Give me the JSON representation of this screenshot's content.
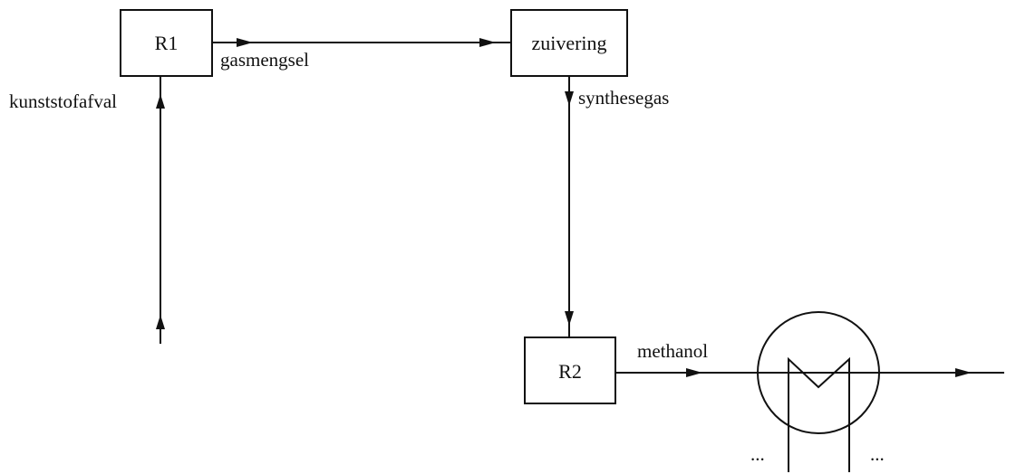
{
  "diagram": {
    "units": {
      "r1": "R1",
      "purification": "zuivering",
      "r2": "R2"
    },
    "streams": {
      "plastic_waste": "kunststofafval",
      "gas_mixture": "gasmengsel",
      "synthesis_gas": "synthesegas",
      "methanol": "methanol"
    },
    "heat_exchanger": {
      "left_ellipsis": "...",
      "right_ellipsis": "..."
    },
    "colors": {
      "line": "#111111",
      "background": "#ffffff"
    }
  }
}
